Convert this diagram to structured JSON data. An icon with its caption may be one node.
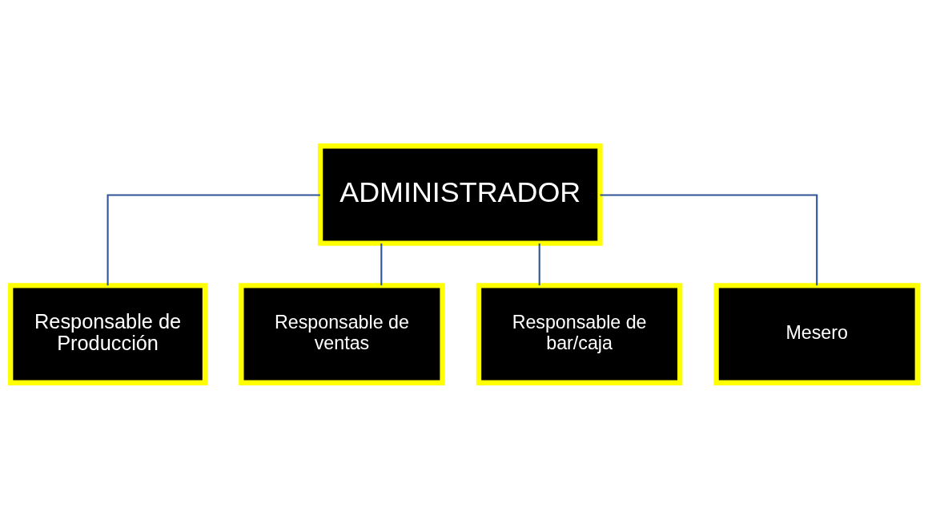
{
  "diagram": {
    "nodes": [
      {
        "text": [
          "ADMINISTRADOR"
        ]
      },
      {
        "text": [
          "Responsable de Producción"
        ]
      },
      {
        "text": [
          "Responsable de ventas"
        ]
      },
      {
        "text": [
          "Responsable de bar/caja"
        ]
      },
      {
        "text": [
          "Mesero"
        ]
      }
    ],
    "edges": [
      {
        "from": 0,
        "to": 1,
        "arrow": "none"
      },
      {
        "from": 0,
        "to": 2,
        "arrow": "none"
      },
      {
        "from": 0,
        "to": 3,
        "arrow": "none"
      },
      {
        "from": 0,
        "to": 4,
        "arrow": "none"
      }
    ]
  }
}
